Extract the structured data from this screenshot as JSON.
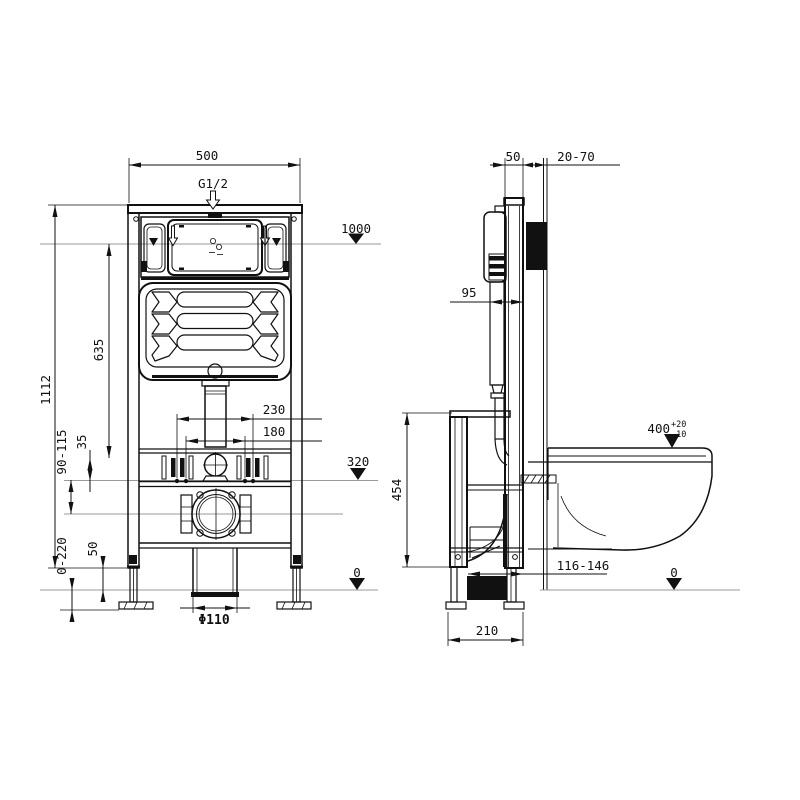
{
  "drawing": {
    "front_view": {
      "dims": {
        "width": "500",
        "inlet_thread": "G1/2",
        "total_height": "1112",
        "tank_center_height": "635",
        "stud_offset": "35",
        "drain_range": "90-115",
        "leg_adjust_range": "0-220",
        "leg_height": "50",
        "stud_spacing_outer": "230",
        "stud_spacing_inner": "180",
        "outlet_diameter": "Φ110"
      },
      "datums": {
        "plate_height": "1000",
        "drain_height": "320",
        "floor": "0"
      }
    },
    "side_view": {
      "dims": {
        "frame_depth": "50",
        "wall_gap": "20-70",
        "tank_depth": "95",
        "lower_frame_height": "454",
        "foot_depth": "210",
        "outlet_depth_range": "116-146",
        "bowl_height_main": "400",
        "bowl_height_tol_sup": "+20",
        "bowl_height_tol_sub": "-10"
      },
      "datums": {
        "floor": "0"
      }
    },
    "colors": {
      "line": "#111111",
      "datum_line": "#9a9a9a",
      "background": "#ffffff",
      "solid_fill": "#111111"
    }
  }
}
